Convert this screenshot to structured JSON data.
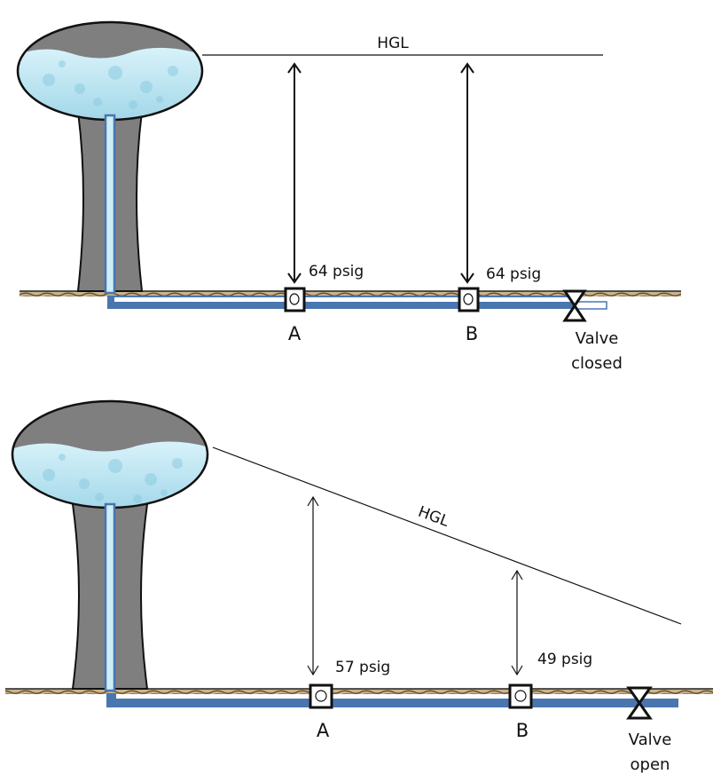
{
  "diagrams": [
    {
      "id": "closed",
      "hgl_label": "HGL",
      "point_a": {
        "label": "A",
        "pressure": "64 psig"
      },
      "point_b": {
        "label": "B",
        "pressure": "64 psig"
      },
      "valve": {
        "line1": "Valve",
        "line2": "closed",
        "state": "closed"
      }
    },
    {
      "id": "open",
      "hgl_label": "HGL",
      "point_a": {
        "label": "A",
        "pressure": "57 psig"
      },
      "point_b": {
        "label": "B",
        "pressure": "49 psig"
      },
      "valve": {
        "line1": "Valve",
        "line2": "open",
        "state": "open"
      }
    }
  ],
  "colors": {
    "tower_gray": "#7f7f7f",
    "water": "#bfe6f2",
    "pipe_blue": "#4a76b0",
    "ground": "#8a6d45"
  }
}
